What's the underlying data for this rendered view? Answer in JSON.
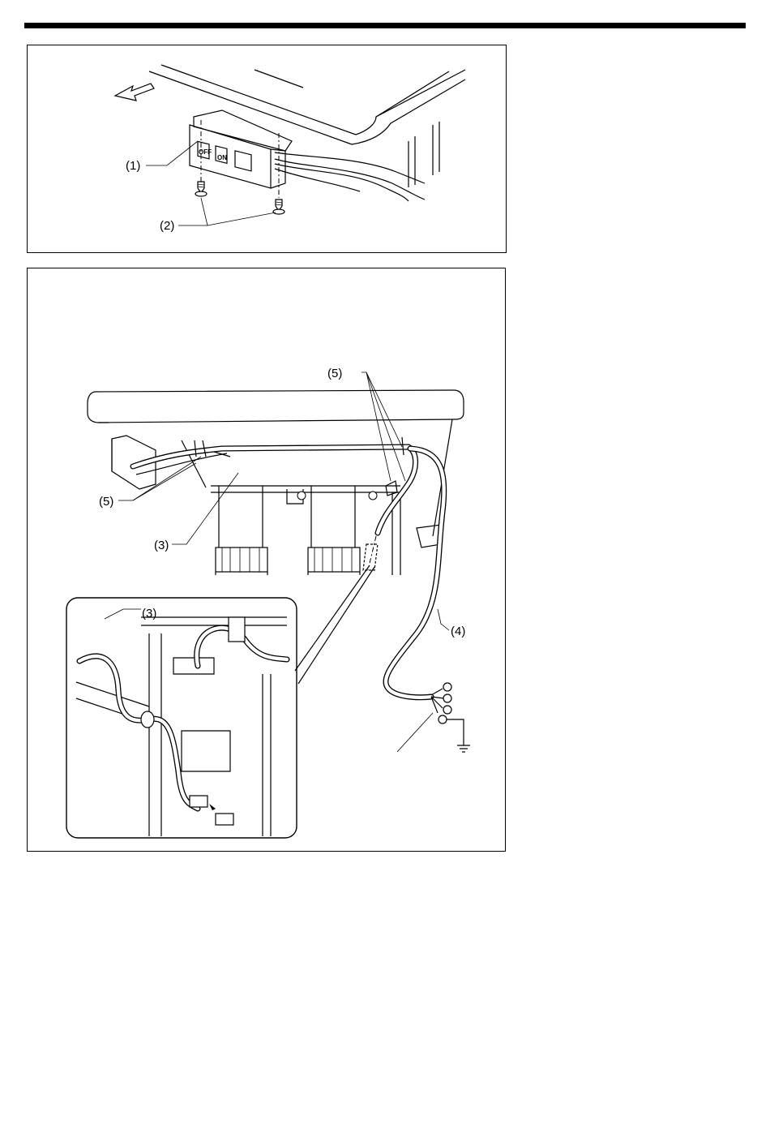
{
  "figure1": {
    "callouts": {
      "c1": "(1)",
      "c2": "(2)"
    },
    "switch_buttons": {
      "off": "OFF",
      "on": "ON"
    }
  },
  "figure2": {
    "callouts": {
      "c5_top": "(5)",
      "c5_left": "(5)",
      "c3_main": "(3)",
      "c4": "(4)",
      "c3_detail": "(3)"
    }
  }
}
